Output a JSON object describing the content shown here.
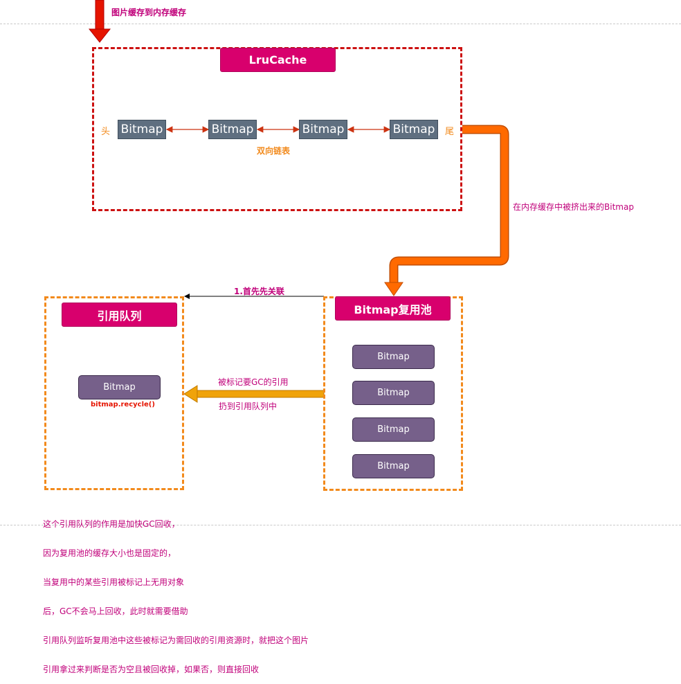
{
  "top_label": "图片缓存到内存缓存",
  "lrucache": {
    "title": "LruCache",
    "head_label": "头",
    "tail_label": "尾",
    "nodes": [
      "Bitmap",
      "Bitmap",
      "Bitmap",
      "Bitmap"
    ],
    "list_label": "双向链表"
  },
  "evicted_label": "在内存缓存中被挤出来的Bitmap",
  "pool": {
    "title": "Bitmap复用池",
    "items": [
      "Bitmap",
      "Bitmap",
      "Bitmap",
      "Bitmap"
    ]
  },
  "queue": {
    "title": "引用队列",
    "item": "Bitmap",
    "recycle_call": "bitmap.recycle()"
  },
  "link_label": "1.首先先关联",
  "mark_label": "被标记要GC的引用",
  "throw_label": "扔到引用队列中",
  "note_lines": [
    "这个引用队列的作用是加快GC回收，",
    "因为复用池的缓存大小也是固定的，",
    "当复用中的某些引用被标记上无用对象",
    "后，GC不会马上回收，此时就需要借助",
    "引用队列监听复用池中这些被标记为需回收的引用资源时，就把这个图片",
    "引用拿过来判断是否为空且被回收掉，如果否，则直接回收"
  ],
  "colors": {
    "magenta": "#d8006d",
    "red_dash": "#cc1111",
    "orange_dash": "#f28a1c",
    "gray_node": "#5f6f80",
    "purple_node": "#76608a",
    "label_orange": "#f28a1c",
    "label_magenta": "#c0007a",
    "arrow_orange": "#ff6a00",
    "arrow_yellow": "#f0a30a",
    "arrow_red": "#e51400"
  }
}
